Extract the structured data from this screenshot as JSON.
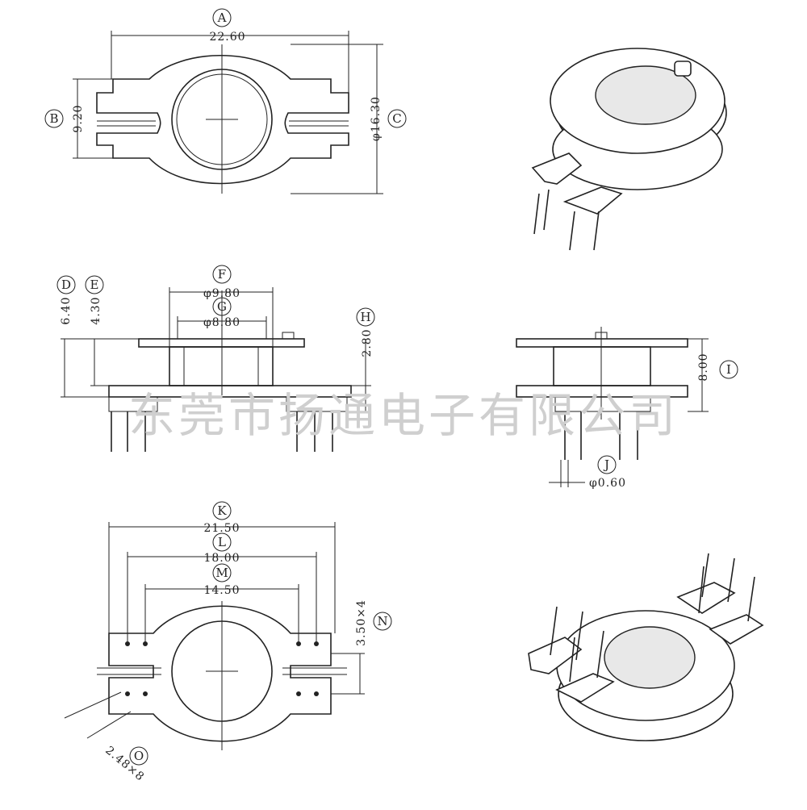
{
  "labels": {
    "A": "A",
    "B": "B",
    "C": "C",
    "D": "D",
    "E": "E",
    "F": "F",
    "G": "G",
    "H": "H",
    "I": "I",
    "J": "J",
    "K": "K",
    "L": "L",
    "M": "M",
    "N": "N",
    "O": "O"
  },
  "dimensions": {
    "A": "22.60",
    "B": "9.20",
    "C": "φ16.30",
    "D": "6.40",
    "E": "4.30",
    "F": "φ9.80",
    "G": "φ8.80",
    "H": "2.80",
    "I": "8.00",
    "J": "φ0.60",
    "K": "21.50",
    "L": "18.00",
    "M": "14.50",
    "N": "3.50×4",
    "O": "2.48×8"
  },
  "watermark": "东莞市扬通电子有限公司"
}
